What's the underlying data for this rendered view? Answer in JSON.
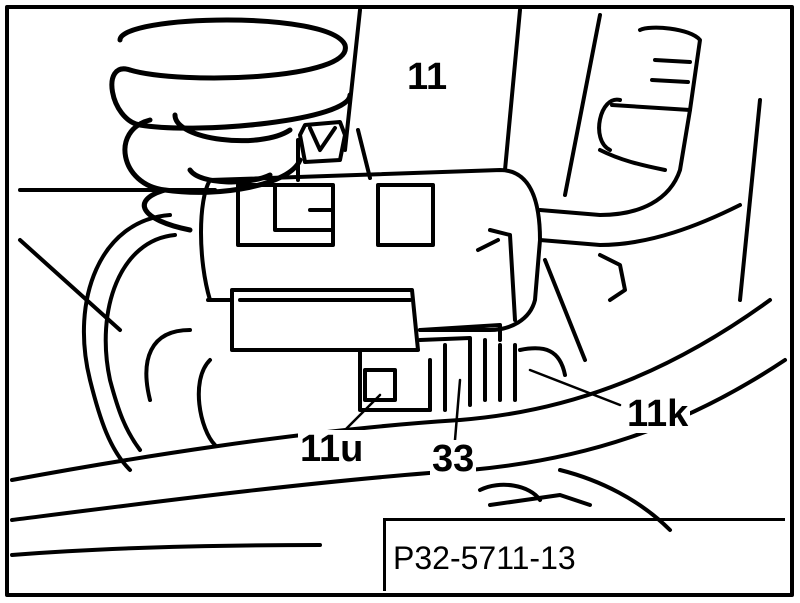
{
  "diagram": {
    "callouts": {
      "c11": "11",
      "c11u": "11u",
      "c33": "33",
      "c11k": "11k"
    },
    "reference_code": "P32-5711-13",
    "line_color": "#000000",
    "background_color": "#ffffff"
  }
}
